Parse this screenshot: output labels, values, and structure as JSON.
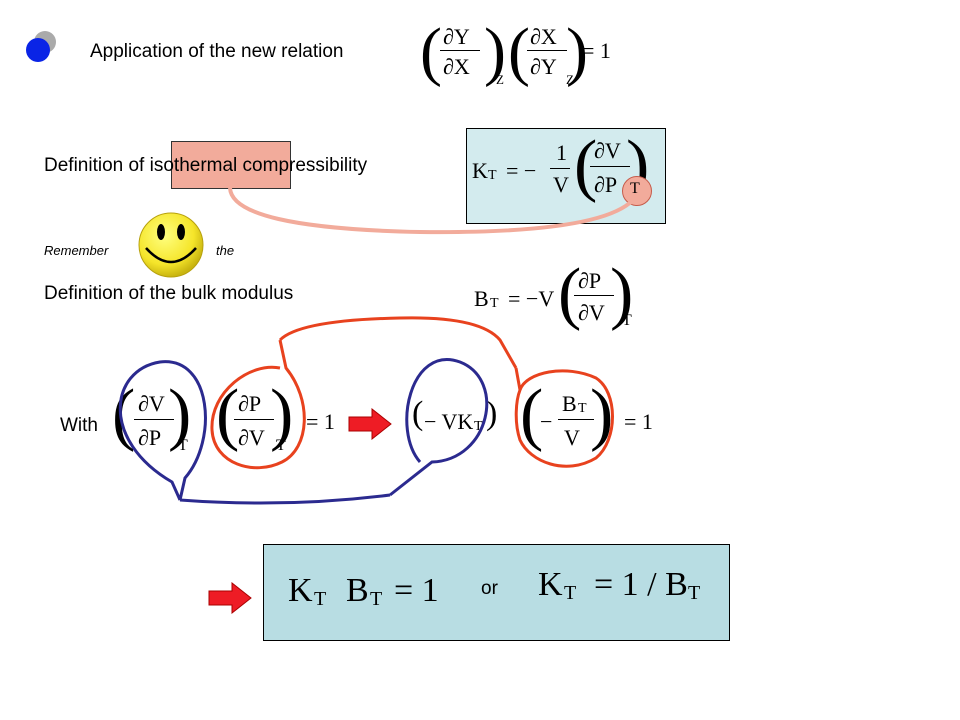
{
  "slide": {
    "title": "Application of the new relation",
    "def_isothermal": {
      "prefix": "Definition of ",
      "highlight": "isothermal",
      "suffix": " compressibility"
    },
    "remember": {
      "left": "Remember",
      "right": "the"
    },
    "def_bulk": "Definition of the bulk modulus",
    "with_label": "With",
    "or_label": "or"
  },
  "equations": {
    "relation": {
      "num1": "∂Y",
      "den1": "∂X",
      "sub1": "Z",
      "num2": "∂X",
      "den2": "∂Y",
      "sub2": "Z",
      "rhs": "= 1"
    },
    "kt_def": {
      "lhs": "K",
      "lhs_sub": "T",
      "eq": "= −",
      "coef_num": "1",
      "coef_den": "V",
      "num": "∂V",
      "den": "∂P",
      "sub": "T"
    },
    "bt_def": {
      "lhs": "B",
      "lhs_sub": "T",
      "eq": "= −V",
      "num": "∂P",
      "den": "∂V",
      "sub": "T"
    },
    "with": {
      "f1_num": "∂V",
      "f1_den": "∂P",
      "f1_sub": "T",
      "f2_num": "∂P",
      "f2_den": "∂V",
      "f2_sub": "T",
      "rhs1": "= 1",
      "t3_text": "− VK",
      "t3_sub": "T",
      "t4_minus": "−",
      "t4_num": "B",
      "t4_num_sub": "T",
      "t4_den": "V",
      "rhs2": "= 1"
    },
    "result1": {
      "k": "K",
      "k_sub": "T",
      "b": "B",
      "b_sub": "T",
      "rhs": "= 1"
    },
    "result2": {
      "k": "K",
      "k_sub": "T",
      "rhs": "= 1 / B",
      "rhs_sub": "T"
    }
  },
  "colors": {
    "blue_loop": "#2b2a8f",
    "red_loop": "#e8421e",
    "pink_loop": "#f2ab9b",
    "arrow": "#ee1c25",
    "box_fill": "#d3ebee",
    "result_fill": "#b8dde3",
    "bullet_blue": "#0a24e6",
    "smiley": "#f5e52a"
  }
}
